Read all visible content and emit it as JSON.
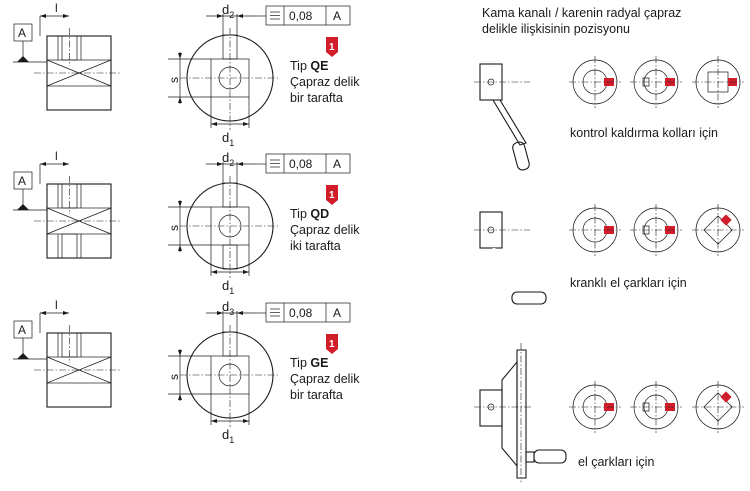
{
  "header": {
    "line1": "Kama kanalı / karenin radyal çapraz",
    "line2": "delikle ilişkisinin pozisyonu"
  },
  "datum": "A",
  "length_label": "l",
  "s_label": "s",
  "tolerance": "0,08",
  "badge": "1",
  "rows": [
    {
      "dim_top": "d",
      "dim_top_sub": "2",
      "dim_bot": "d",
      "dim_bot_sub": "1",
      "tip_prefix": "Tip ",
      "tip_code": "QE",
      "desc1": "Çapraz delik",
      "desc2": "bir tarafta",
      "usage": "kontrol kaldırma kolları için"
    },
    {
      "dim_top": "d",
      "dim_top_sub": "2",
      "dim_bot": "d",
      "dim_bot_sub": "1",
      "tip_prefix": "Tip ",
      "tip_code": "QD",
      "desc1": "Çapraz delik",
      "desc2": "iki tarafta",
      "usage": "kranklı el çarkları için"
    },
    {
      "dim_top": "d",
      "dim_top_sub": "3",
      "dim_bot": "d",
      "dim_bot_sub": "1",
      "tip_prefix": "Tip ",
      "tip_code": "GE",
      "desc1": "Çapraz delik",
      "desc2": "bir tarafta",
      "usage": "el çarkları için"
    }
  ],
  "colors": {
    "accent": "#d21e2b",
    "ink": "#1a1a1a"
  }
}
